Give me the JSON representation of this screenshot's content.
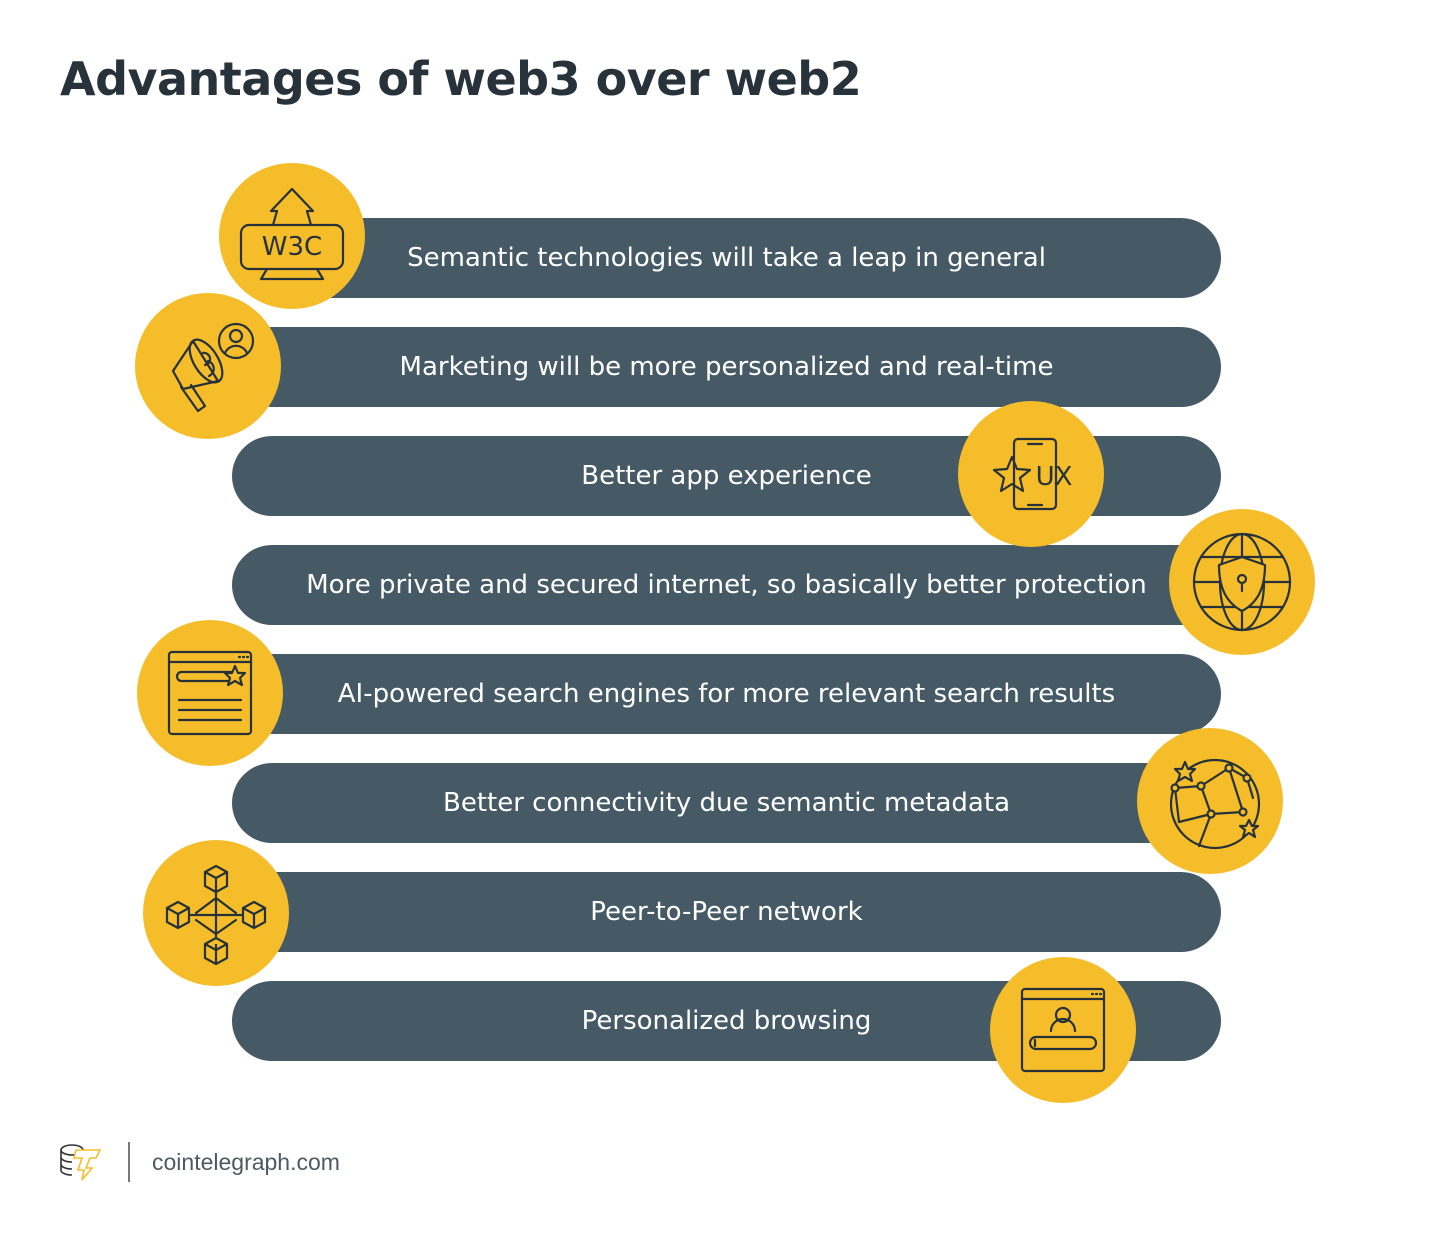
{
  "title": "Advantages of web3 over web2",
  "colors": {
    "bar": "#465a66",
    "accent": "#f6bd2b",
    "title": "#27323a"
  },
  "items": [
    {
      "label": "Semantic technologies will take a leap in general",
      "icon": "w3c-monitor-icon",
      "icon_text": "W3C"
    },
    {
      "label": "Marketing will be more personalized and real-time",
      "icon": "megaphone-user-icon"
    },
    {
      "label": "Better app experience",
      "icon": "phone-ux-star-icon",
      "icon_text": "UX"
    },
    {
      "label": "More private and secured internet, so basically better protection",
      "icon": "globe-shield-icon"
    },
    {
      "label": "AI-powered search engines for more relevant search results",
      "icon": "browser-search-star-icon"
    },
    {
      "label": "Better connectivity due semantic metadata",
      "icon": "network-globe-icon"
    },
    {
      "label": "Peer-to-Peer network",
      "icon": "p2p-cubes-icon"
    },
    {
      "label": "Personalized browsing",
      "icon": "browser-user-icon"
    }
  ],
  "footer": {
    "url": "cointelegraph.com"
  }
}
